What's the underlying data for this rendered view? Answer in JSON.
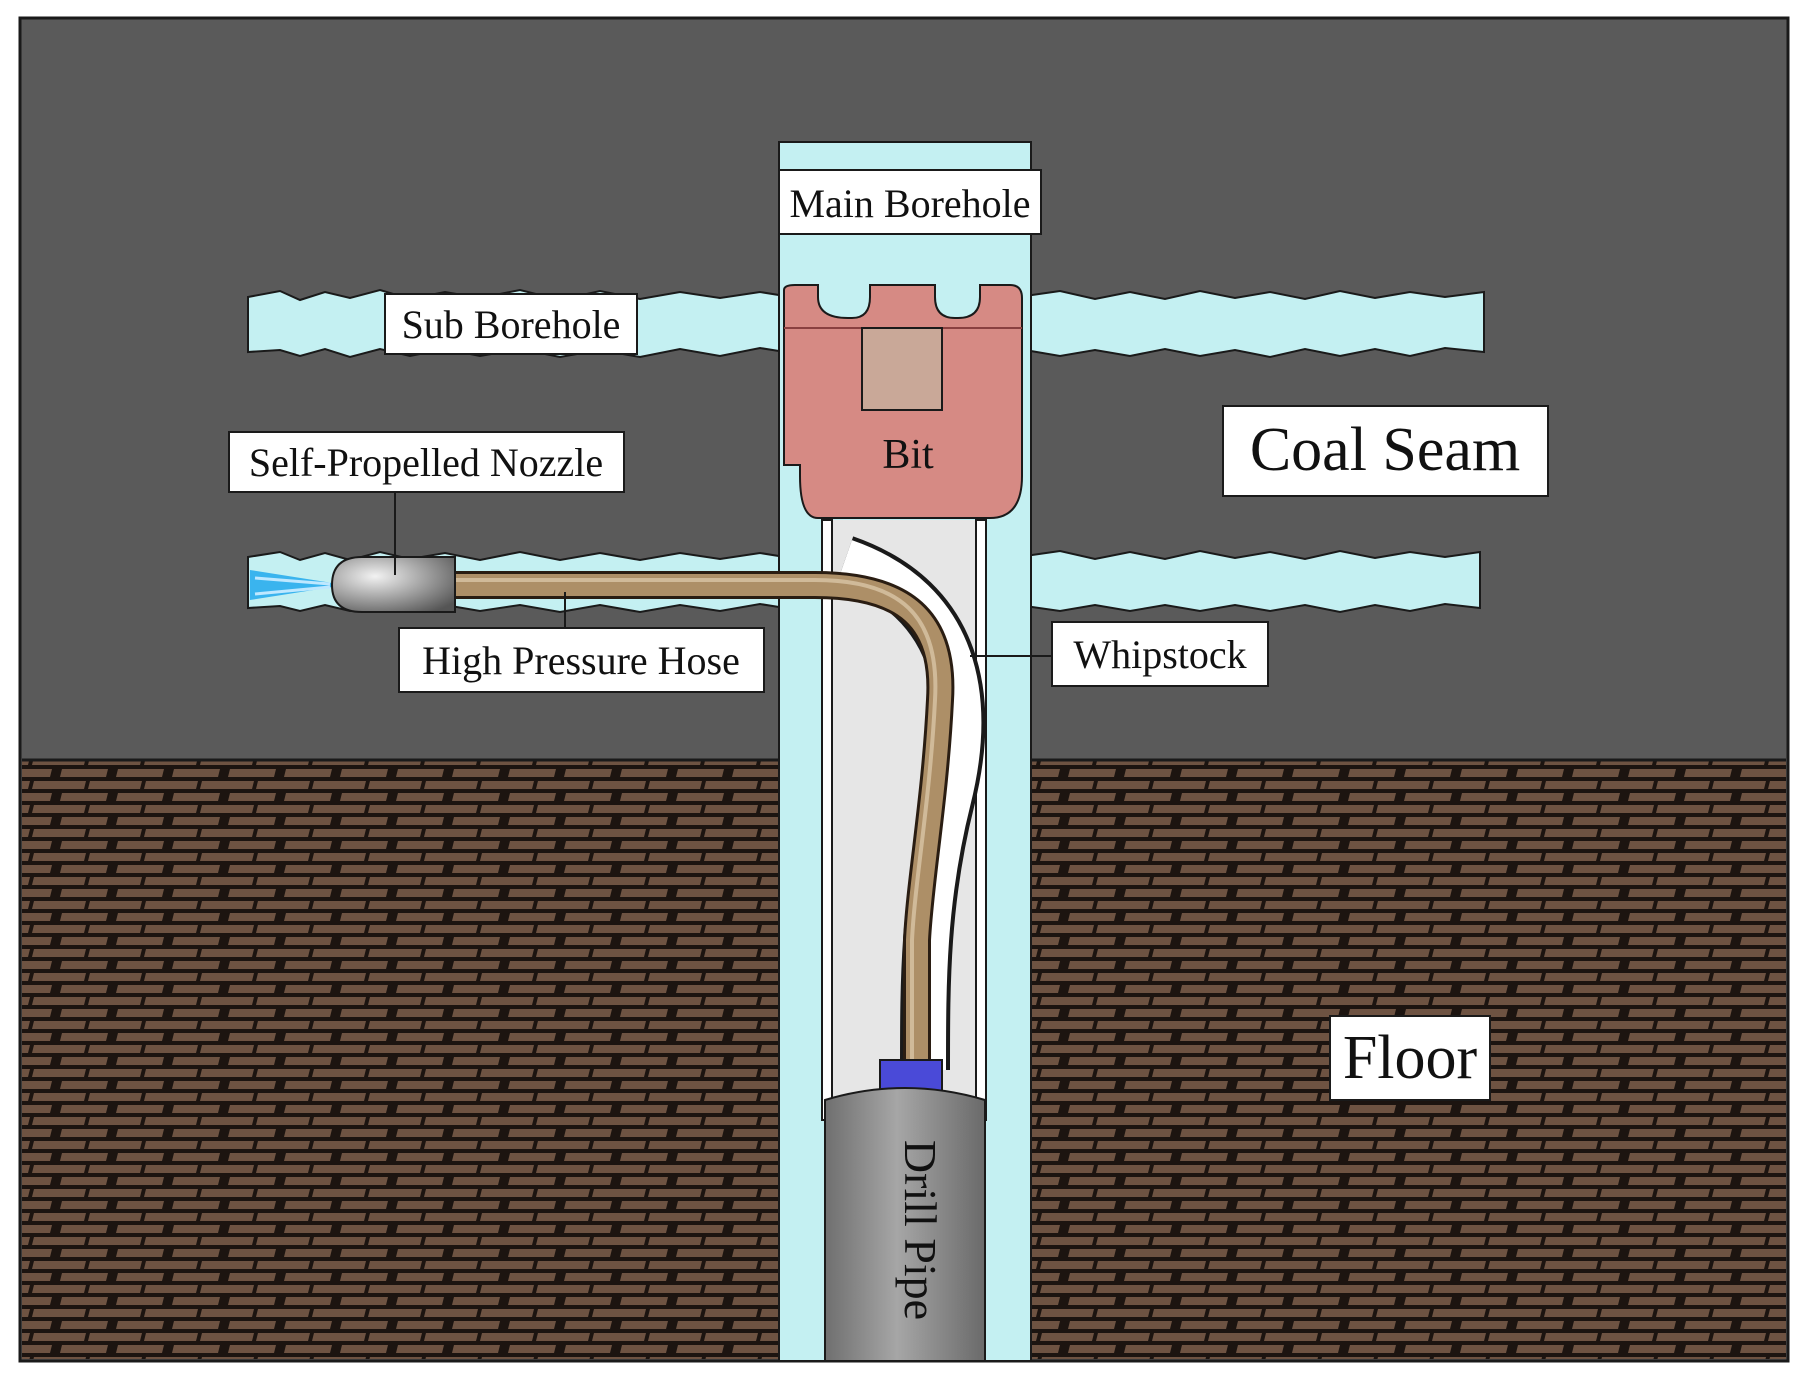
{
  "labels": {
    "main_borehole": "Main Borehole",
    "sub_borehole": "Sub Borehole",
    "bit": "Bit",
    "coal_seam": "Coal Seam",
    "self_propelled_nozzle": "Self-Propelled Nozzle",
    "high_pressure_hose": "High Pressure Hose",
    "whipstock": "Whipstock",
    "floor": "Floor",
    "drill_pipe": "Drill Pipe"
  },
  "colors": {
    "coal_seam": "#5a5a5a",
    "borehole": "#c4f0f2",
    "floor_brick": "#6e5342",
    "floor_mortar": "#1c1410",
    "bit": "#d68a84",
    "bit_slot": "#c9a898",
    "hose": "#ad8f67",
    "whipstock": "#e6e6e6",
    "drill_pipe": "#8d8d8d",
    "connector": "#4a4ad8",
    "water_jet": "#3ab4ee",
    "label_bg": "#ffffff",
    "label_text": "#111111"
  }
}
